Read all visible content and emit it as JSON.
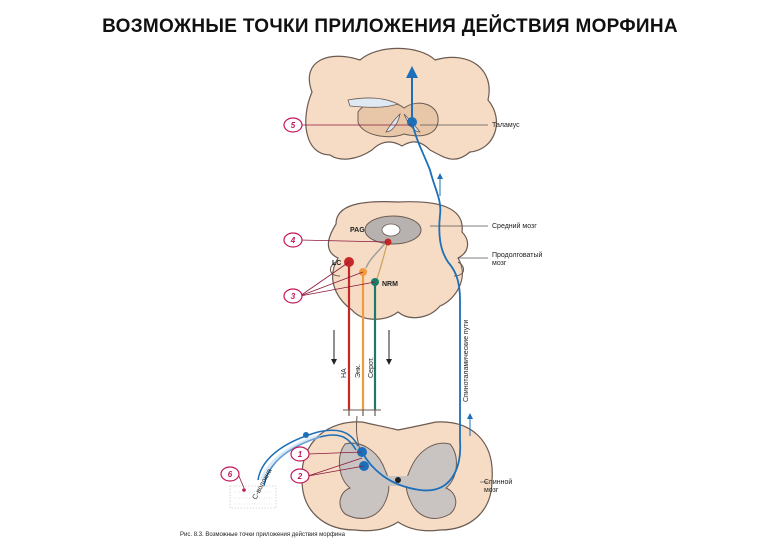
{
  "title": "ВОЗМОЖНЫЕ ТОЧКИ ПРИЛОЖЕНИЯ ДЕЙСТВИЯ МОРФИНА",
  "labels": {
    "thalamus": "Таламус",
    "midbrain": "Средний мозг",
    "medulla_1": "Продолговатый",
    "medulla_2": "мозг",
    "spinal_1": "Спинной",
    "spinal_2": "мозг",
    "pag": "PAG",
    "lc": "LC",
    "nrm": "NRM",
    "na": "НА",
    "enk": "Энк.",
    "serot": "Серот.",
    "spinothalamic": "Спиноталамические пути",
    "c_fibers": "С-волокна",
    "caption": "Рис. 8.3. Возможные точки приложения действия морфина"
  },
  "markers": [
    "1",
    "2",
    "3",
    "4",
    "5",
    "6"
  ],
  "colors": {
    "tissue": "#f6dcc4",
    "tissue_stroke": "#6b5b52",
    "marker": "#c2185b",
    "blue": "#1c6fb8",
    "red": "#c62828",
    "orange": "#f29b3c",
    "green": "#1b7a6b",
    "gray": "#9e9e9e"
  }
}
